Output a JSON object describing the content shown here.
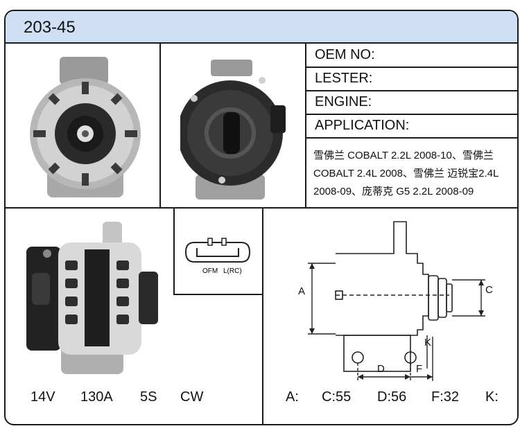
{
  "title": "203-45",
  "info": {
    "oem_label": "OEM NO:",
    "lester_label": "LESTER:",
    "engine_label": "ENGINE:",
    "application_label": "APPLICATION:",
    "application_text": "雪佛兰 COBALT 2.2L 2008-10、雪佛兰 COBALT 2.4L 2008、雪佛兰 迈锐宝2.4L 2008-09、庞蒂克 G5 2.2L 2008-09"
  },
  "connector": {
    "pin1": "OFM",
    "pin2": "L(RC)"
  },
  "specs": {
    "voltage": "14V",
    "current": "130A",
    "pulley": "5S",
    "rotation": "CW"
  },
  "dimension_labels": {
    "a": "A",
    "c": "C",
    "d": "D",
    "f": "F",
    "k": "K"
  },
  "dimensions": {
    "a": "A:",
    "c": "C:55",
    "d": "D:56",
    "f": "F:32",
    "k": "K:"
  }
}
